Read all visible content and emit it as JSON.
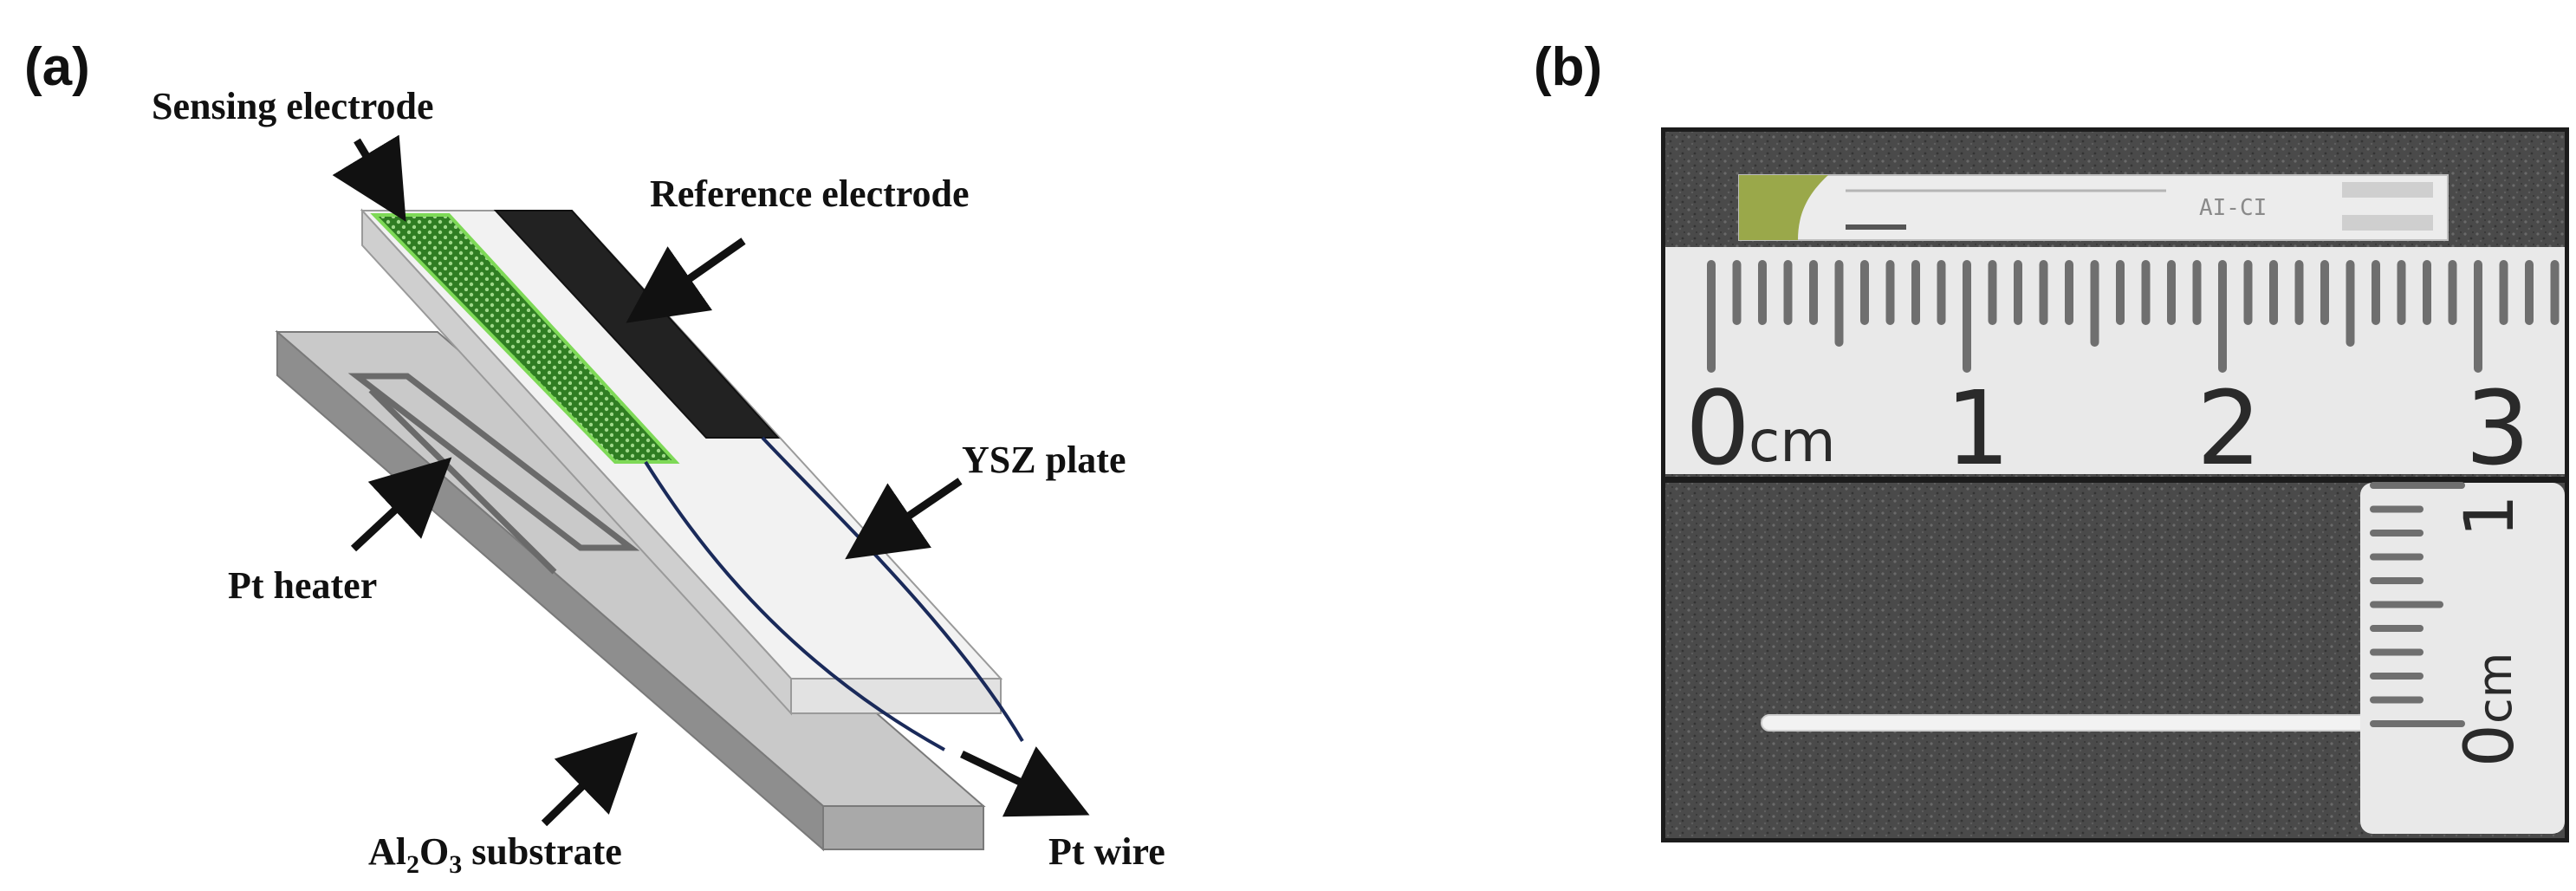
{
  "panel_a": {
    "label": "(a)",
    "callouts": {
      "sensing_electrode": "Sensing electrode",
      "reference_electrode": "Reference electrode",
      "ysz_plate": "YSZ plate",
      "pt_heater": "Pt heater",
      "substrate_pre": "Al",
      "substrate_sub1": "2",
      "substrate_mid": "O",
      "substrate_sub2": "3",
      "substrate_post": " substrate",
      "pt_wire": "Pt wire"
    },
    "colors": {
      "sensing_electrode": "#2f7d22",
      "sensing_outline": "#7ed957",
      "reference_electrode": "#222222",
      "ysz_plate": "#f2f2f2",
      "substrate": "#bfbfbf",
      "pt_wire": "#1a2a5a"
    }
  },
  "panel_b": {
    "label": "(b)",
    "top_photo": {
      "chip_marking": "AI-CI",
      "ruler_labels": [
        "0",
        "1",
        "2",
        "3"
      ],
      "ruler_unit": "cm"
    },
    "bottom_photo": {
      "ruler_labels": [
        "0",
        "1"
      ],
      "ruler_unit": "cm"
    }
  }
}
